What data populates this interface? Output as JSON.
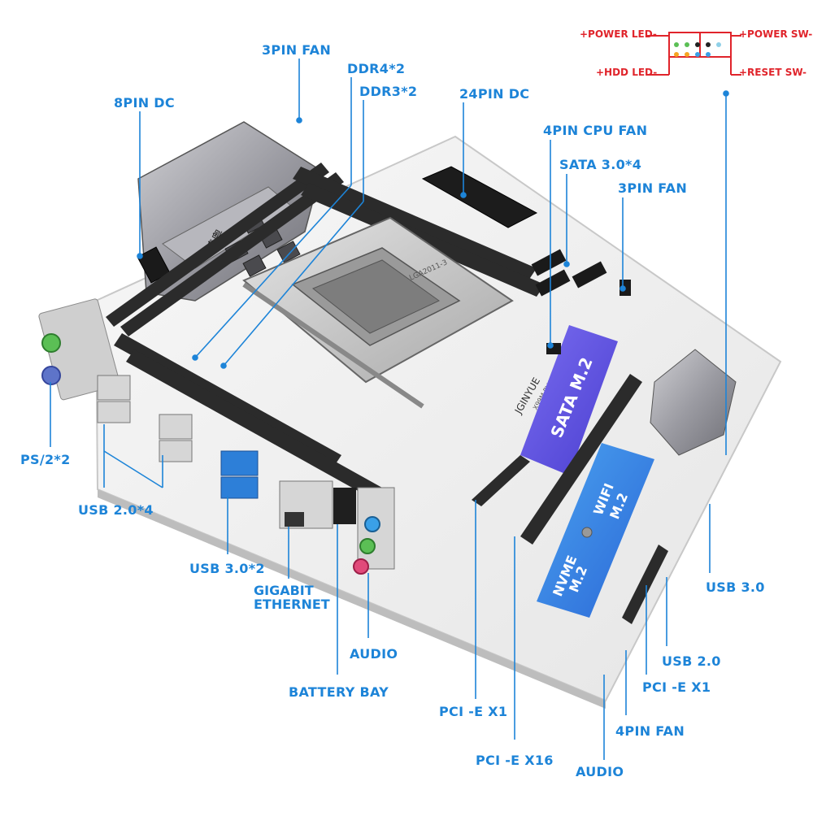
{
  "labels": {
    "fan3_top": "3PIN FAN",
    "ddr4": "DDR4*2",
    "ddr3": "DDR3*2",
    "dc8": "8PIN DC",
    "dc24": "24PIN DC",
    "cpu_fan": "4PIN CPU FAN",
    "sata": "SATA 3.0*4",
    "fan3_right": "3PIN FAN",
    "ps2": "PS/2*2",
    "usb20x4": "USB 2.0*4",
    "usb30x2": "USB 3.0*2",
    "ethernet_1": "GIGABIT",
    "ethernet_2": "ETHERNET",
    "audio_rear": "AUDIO",
    "battery": "BATTERY BAY",
    "pcie_x1_a": "PCI -E X1",
    "pcie_x16": "PCI -E X16",
    "audio_front": "AUDIO",
    "fan4": "4PIN FAN",
    "pcie_x1_b": "PCI -E X1",
    "usb20": "USB 2.0",
    "usb30": "USB 3.0"
  },
  "front_panel": {
    "power_led": "+POWER LED-",
    "hdd_led": "+HDD LED-",
    "power_sw": "+POWER SW-",
    "reset_sw": "+RESET SW-"
  },
  "board_print": {
    "sata_m2": "SATA M.2",
    "wifi_m2_1": "WIFI",
    "wifi_m2_2": "M.2",
    "nvme_m2_1": "NVME",
    "nvme_m2_2": "M.2",
    "brand": "JGINYUE",
    "model": "X99M PLUS V2",
    "socket": "LGA2011-3",
    "heatsink_brand": "精粤"
  },
  "colors": {
    "label": "#1d84d8",
    "panel": "#e0242b",
    "m2_sata": "#5b4fe0",
    "m2_nvme": "#2f8be8",
    "usb30_port": "#2d7fd8",
    "ps2_keyboard": "#5e74c9",
    "ps2_mouse": "#5bbf55"
  }
}
